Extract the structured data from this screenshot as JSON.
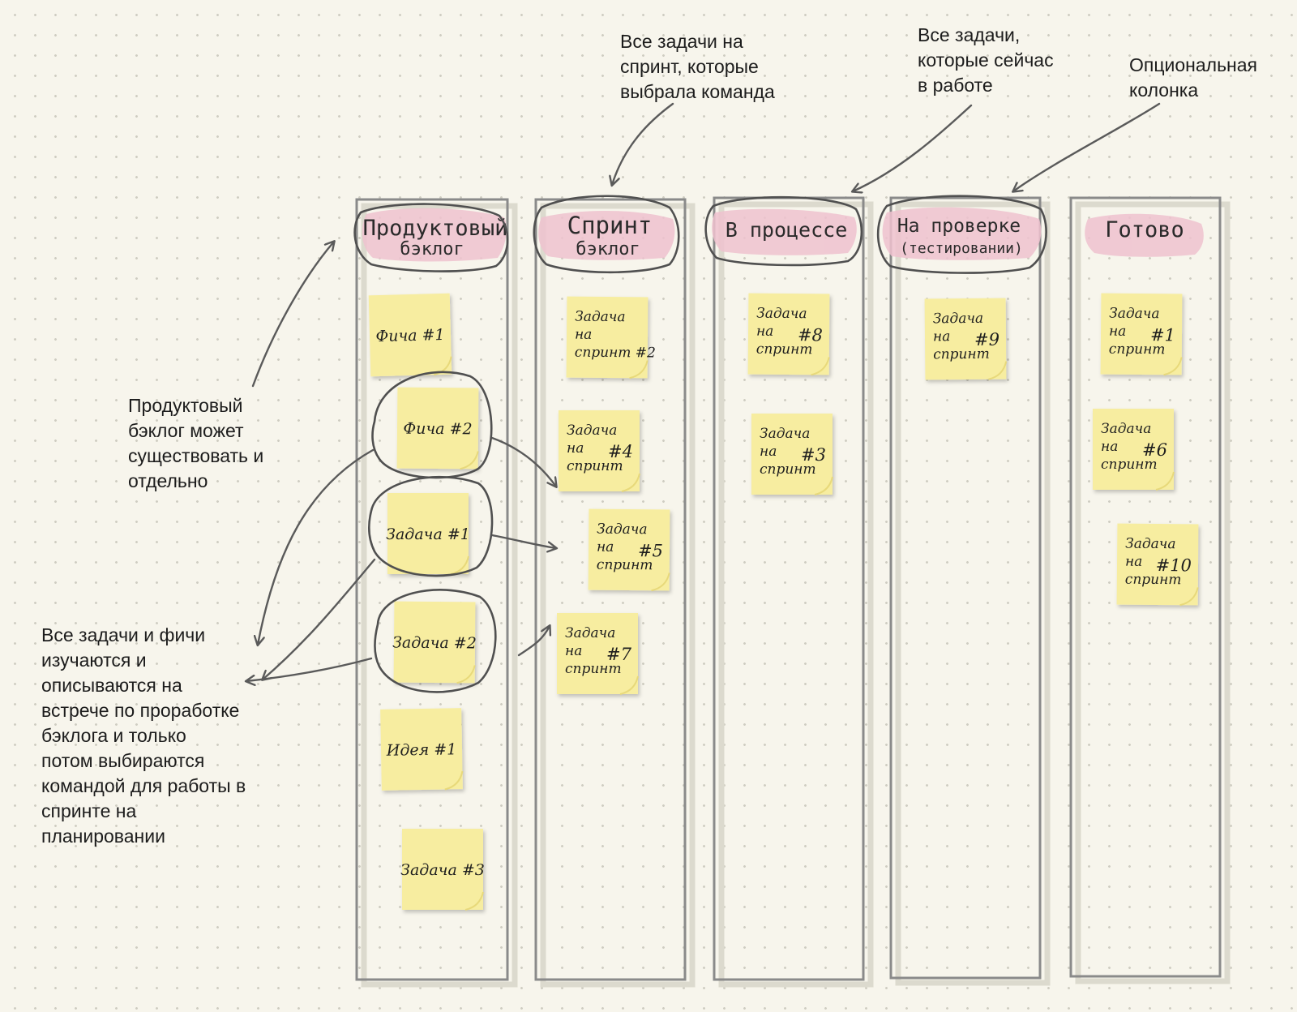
{
  "annotations": {
    "sprint_note": [
      "Все задачи на",
      "спринт, которые",
      "выбрала команда"
    ],
    "inprogress_note": [
      "Все задачи,",
      "которые сейчас",
      "в работе"
    ],
    "optional_note": [
      "Опциональная",
      "колонка"
    ],
    "product_note": [
      "Продуктовый",
      "бэклог может",
      "существовать и",
      "отдельно"
    ],
    "refinement_note": [
      "Все задачи и фичи",
      "изучаются и",
      "описываются на",
      "встрече по проработке",
      "бэклога и только",
      "потом выбираются",
      "командой для работы в",
      "спринте на",
      "планировании"
    ]
  },
  "columns": [
    {
      "id": "product-backlog",
      "title_lines": [
        "Продуктовый",
        "бэклог"
      ],
      "stickies": [
        {
          "id": "feature-1",
          "lines": [
            "Фича #1"
          ]
        },
        {
          "id": "feature-2",
          "lines": [
            "Фича #2"
          ]
        },
        {
          "id": "task-1",
          "lines": [
            "Задача #1"
          ]
        },
        {
          "id": "task-2",
          "lines": [
            "Задача #2"
          ]
        },
        {
          "id": "idea-1",
          "lines": [
            "Идея #1"
          ]
        },
        {
          "id": "task-3",
          "lines": [
            "Задача #3"
          ]
        }
      ]
    },
    {
      "id": "sprint-backlog",
      "title_lines": [
        "Спринт",
        "бэклог"
      ],
      "stickies": [
        {
          "id": "sprint-task-2",
          "lines": [
            "Задача",
            "на",
            "спринт #2"
          ]
        },
        {
          "id": "sprint-task-4",
          "lines": [
            "Задача",
            "на",
            "спринт"
          ],
          "num": "#4"
        },
        {
          "id": "sprint-task-5",
          "lines": [
            "Задача",
            "на",
            "спринт"
          ],
          "num": "#5"
        },
        {
          "id": "sprint-task-7",
          "lines": [
            "Задача",
            "на",
            "спринт"
          ],
          "num": "#7"
        }
      ]
    },
    {
      "id": "in-progress",
      "title_lines": [
        "В   процессе"
      ],
      "stickies": [
        {
          "id": "sprint-task-8",
          "lines": [
            "Задача",
            "на",
            "спринт"
          ],
          "num": "#8"
        },
        {
          "id": "sprint-task-3",
          "lines": [
            "Задача",
            "на",
            "спринт"
          ],
          "num": "#3"
        }
      ]
    },
    {
      "id": "review",
      "title_lines": [
        "На проверке",
        "(тестировании)"
      ],
      "stickies": [
        {
          "id": "sprint-task-9",
          "lines": [
            "Задача",
            "на",
            "спринт"
          ],
          "num": "#9"
        }
      ]
    },
    {
      "id": "done",
      "title_lines": [
        "Готово"
      ],
      "stickies": [
        {
          "id": "sprint-task-1",
          "lines": [
            "Задача",
            "на",
            "спринт"
          ],
          "num": "#1"
        },
        {
          "id": "sprint-task-6",
          "lines": [
            "Задача",
            "на",
            "спринт"
          ],
          "num": "#6"
        },
        {
          "id": "sprint-task-10",
          "lines": [
            "Задача",
            "на",
            "спринт"
          ],
          "num": "#10"
        }
      ]
    }
  ],
  "colors": {
    "sticky": "#f7eda0",
    "sticky_edge": "#e8d97a",
    "highlight": "#efc2cf",
    "column_border": "#8a8a8a",
    "stroke": "#5a5a5a"
  }
}
